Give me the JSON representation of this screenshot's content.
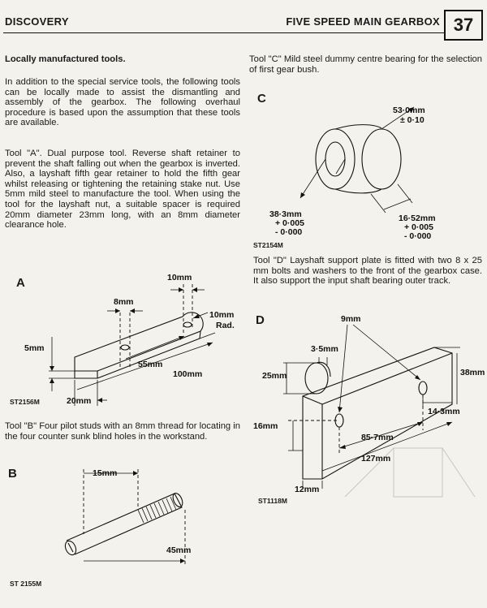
{
  "header": {
    "left_title": "DISCOVERY",
    "right_title": "FIVE SPEED MAIN GEARBOX",
    "page_number": "37"
  },
  "left_column": {
    "heading": "Locally manufactured tools.",
    "intro": "In addition to the special service tools, the following tools can be locally made to assist the dismantling and assembly of the gearbox. The following overhaul procedure is based upon the assumption that these tools are available.",
    "tool_a": "Tool \"A\". Dual purpose tool. Reverse shaft retainer to prevent the shaft falling out when the gearbox is inverted. Also, a layshaft fifth gear retainer to hold the fifth gear whilst releasing or tightening the retaining stake nut. Use 5mm mild steel to manufacture the tool. When using the tool for the layshaft nut, a suitable spacer is required 20mm diameter 23mm long, with an 8mm diameter clearance hole.",
    "tool_b": "Tool \"B\" Four pilot studs with an 8mm thread for locating in the four counter sunk blind holes in the workstand."
  },
  "right_column": {
    "tool_c": "Tool \"C\" Mild steel dummy centre bearing for the selection of first gear bush.",
    "tool_d": "Tool \"D\" Layshaft support plate is fitted with two 8 x 25 mm bolts and washers to the front of the gearbox case. It also support the input shaft bearing outer track."
  },
  "figures": {
    "a": {
      "letter": "A",
      "caption": "ST2156M",
      "dims": {
        "d10": "10mm",
        "d8": "8mm",
        "rad1": "10mm",
        "rad2": "Rad.",
        "d5": "5mm",
        "d55": "55mm",
        "d100": "100mm",
        "d20": "20mm"
      }
    },
    "b": {
      "letter": "B",
      "caption": "ST 2155M",
      "dims": {
        "d15": "15mm",
        "d45": "45mm"
      }
    },
    "c": {
      "letter": "C",
      "caption": "ST2154M",
      "dims": {
        "od": "53·0mm",
        "od_tol": "± 0·10",
        "id": "38·3mm",
        "id_tol1": "+ 0·005",
        "id_tol2": "- 0·000",
        "len": "16·52mm",
        "len_tol1": "+ 0·005",
        "len_tol2": "- 0·000"
      }
    },
    "d": {
      "letter": "D",
      "caption": "ST1118M",
      "dims": {
        "d9": "9mm",
        "d35": "3·5mm",
        "d25": "25mm",
        "d38": "38mm",
        "d143": "14·3mm",
        "d16": "16mm",
        "d857": "85·7mm",
        "d127": "127mm",
        "d12": "12mm"
      }
    }
  }
}
